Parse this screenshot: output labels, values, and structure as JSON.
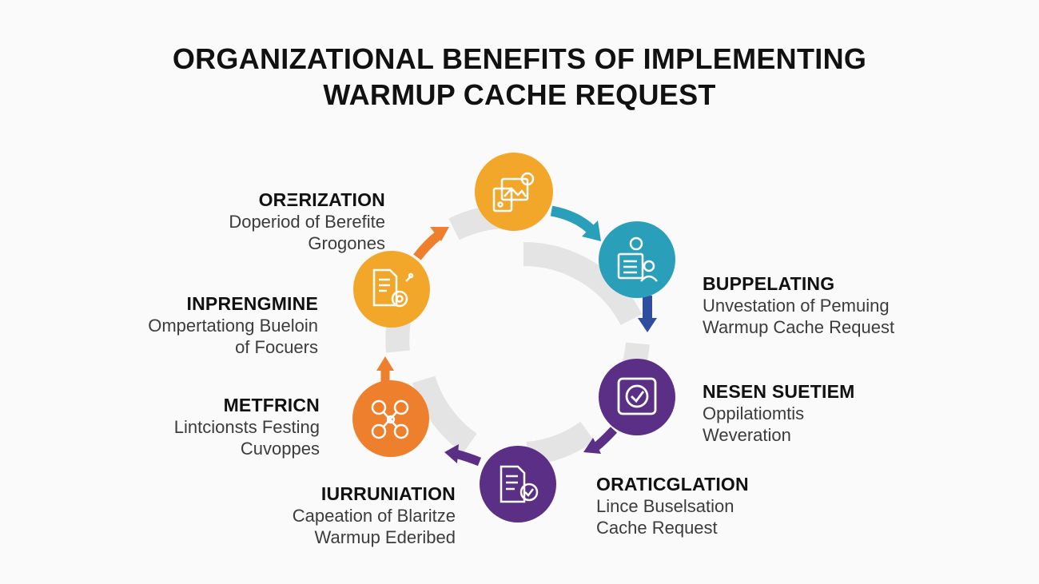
{
  "title": {
    "line1": "ORGANIZATIONAL BENEFITS OF IMPLEMENTING",
    "line2": "WARMUP CACHE REQUEST"
  },
  "colors": {
    "yellow": "#f2a62a",
    "teal": "#2a9fba",
    "navy": "#2f4e9e",
    "purple": "#5b2f86",
    "orange": "#ee7f2c",
    "ring": "#e6e6e6"
  },
  "nodes": [
    {
      "id": "top",
      "color": "#f2a62a",
      "icon": "document-image-icon"
    },
    {
      "id": "right-upper",
      "color": "#2a9fba",
      "icon": "user-document-icon"
    },
    {
      "id": "right-lower",
      "color": "#5b2f86",
      "icon": "check-box-icon"
    },
    {
      "id": "bottom",
      "color": "#5b2f86",
      "icon": "document-check-icon"
    },
    {
      "id": "left-lower",
      "color": "#ee7f2c",
      "icon": "circuit-icon"
    },
    {
      "id": "left-upper",
      "color": "#f2a62a",
      "icon": "document-gear-icon"
    }
  ],
  "labels": {
    "top_left": {
      "head": "ORΞRIZATION",
      "line1": "Doperiod of Berefite",
      "line2": "Grogones"
    },
    "left_upper": {
      "head": "INPRENGMINE",
      "line1": "Ompertationg Bueloin",
      "line2": "of Focuers"
    },
    "left_lower": {
      "head": "METFRICN",
      "line1": "Lintcionsts Festing",
      "line2": "Cuvoppes"
    },
    "bottom_left": {
      "head": "IURRUNIATION",
      "line1": "Capeation of Blaritze",
      "line2": "Warmup Ederibed"
    },
    "right_upper": {
      "head": "BUPPELATING",
      "line1": "Unvestation of Pemuing",
      "line2": "Warmup Cache Request"
    },
    "right_lower": {
      "head": "NESEN SUETIEM",
      "line1": "Oppilatiomtis",
      "line2": "Weveration"
    },
    "bottom_right": {
      "head": "ORATICGLATION",
      "line1": "Lince Buselsation",
      "line2": "Cache Request"
    }
  }
}
